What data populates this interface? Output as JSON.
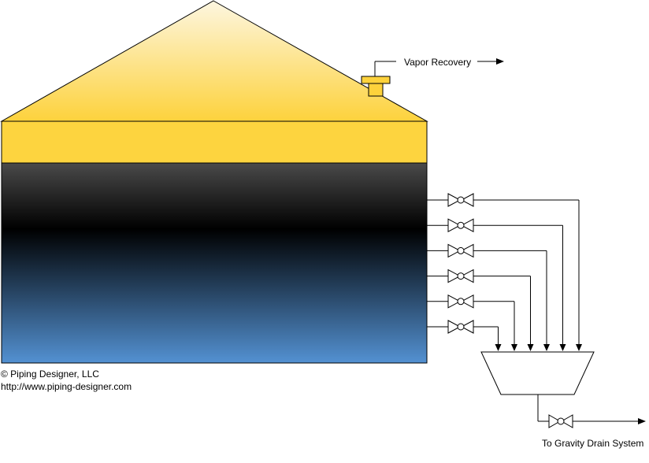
{
  "labels": {
    "vapor_recovery": "Vapor Recovery",
    "gravity_drain": "To Gravity Drain System",
    "copyright": "© Piping Designer, LLC",
    "url": "http://www.piping-designer.com"
  },
  "colors": {
    "roof_top": "#fdf6e0",
    "roof_bottom": "#fdd23c",
    "band": "#fdd43f",
    "liquid_top": "#4a4a4a",
    "liquid_middle": "#000000",
    "liquid_bottom": "#5391d2",
    "vent": "#fdd23c",
    "line": "#000000"
  },
  "valve_count": 6
}
